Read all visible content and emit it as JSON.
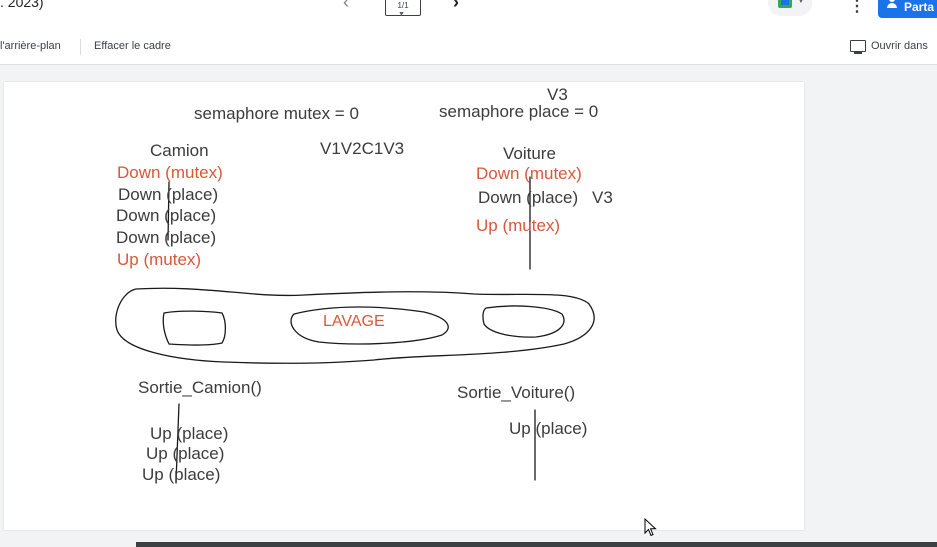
{
  "header": {
    "date_fragment": ". 2023)",
    "page_indicator": "1/1",
    "share_label": "Parta"
  },
  "toolbar": {
    "background_label": "l'arrière-plan",
    "clear_frame_label": "Effacer le cadre",
    "open_in_label": "Ouvrir dans"
  },
  "whiteboard": {
    "semaphore_mutex": "semaphore mutex = 0",
    "v3_top": "V3",
    "semaphore_place": "semaphore place = 0",
    "sequence": "V1V2C1V3",
    "camion": {
      "title": "Camion",
      "down_mutex": "Down (mutex)",
      "down_place_1": "Down (place)",
      "down_place_2": "Down (place)",
      "down_place_3": "Down (place)",
      "up_mutex": "Up (mutex)"
    },
    "voiture": {
      "title": "Voiture",
      "down_mutex": "Down (mutex)",
      "down_place": "Down (place)",
      "down_place_note": "V3",
      "up_mutex": "Up (mutex)"
    },
    "lavage_label": "LAVAGE",
    "sortie_camion": {
      "title": "Sortie_Camion()",
      "up_place_1": "Up (place)",
      "up_place_2": "Up (place)",
      "up_place_3": "Up (place)"
    },
    "sortie_voiture": {
      "title": "Sortie_Voiture()",
      "up_place": "Up (place)"
    }
  },
  "colors": {
    "ink_text": "#3c3c3c",
    "ink_red": "#d9573b",
    "share_blue": "#1a73e8"
  }
}
